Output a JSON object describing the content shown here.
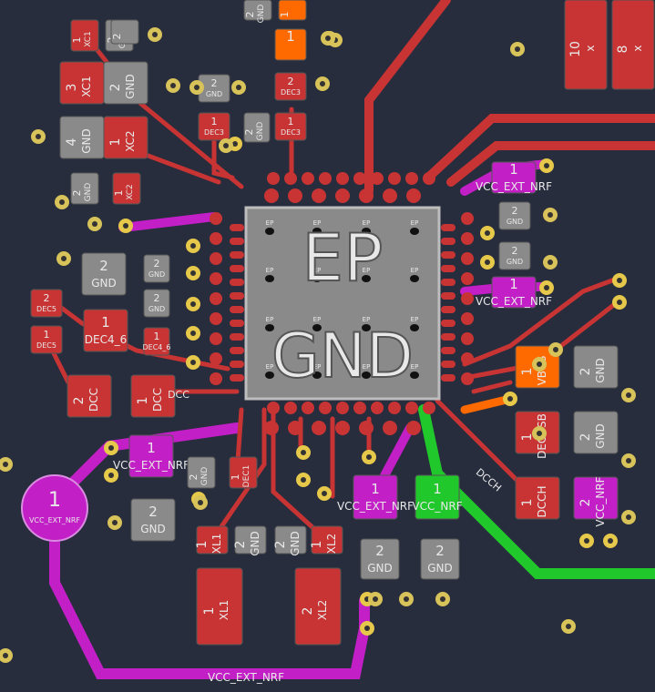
{
  "colors": {
    "background": "#0b1422",
    "fcu": "#c83434",
    "fcu_dim": "#a8262a",
    "trace_red": "#c83434",
    "trace_magenta": "#c21fc6",
    "trace_green": "#21c82c",
    "trace_orange": "#ff6a00",
    "pad_gray": "#8a8a8a",
    "pad_gray_dark": "#6e6e6e",
    "via_ring": "#e6c84a",
    "text_light": "#e8e8e8",
    "dot_yellow": "#d8c25a"
  },
  "labels": {
    "ep_big": "EP",
    "gnd_big": "GND",
    "ep_small": "EP",
    "vcc_ext_nrf_trace": "VCC_EXT_NRF",
    "dcch_trace": "DCCH",
    "dcc_trace": "DCC",
    "gnd": "GND",
    "two": "2",
    "one": "1",
    "three": "3",
    "four": "4",
    "eight": "8",
    "ten": "10",
    "x": "x",
    "xc1": "XC1",
    "xc2": "XC2",
    "xl1": "XL1",
    "xl2": "XL2",
    "dec1": "DEC1",
    "dec3": "DEC3",
    "dec4_6": "DEC4_6",
    "dec5": "DEC5",
    "decusb": "DECUSB",
    "dcc": "DCC",
    "dcch": "DCCH",
    "vbus": "VBUS",
    "vcc_nrf": "VCC_NRF",
    "vcc_ext_nrf_pad": "VCC_EXT_NRF",
    "vcc_nrf_pad": "VCC_NRF",
    "dec4": "DEC4_6",
    "vcc_ext_nrf_small": "VCC_EXT_NRF"
  }
}
